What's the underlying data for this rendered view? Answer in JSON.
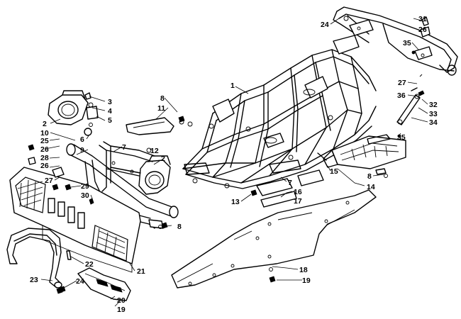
{
  "diagram": {
    "callouts": [
      {
        "id": "c1",
        "label": "1"
      },
      {
        "id": "c2a",
        "label": "2"
      },
      {
        "id": "c2b",
        "label": "2"
      },
      {
        "id": "c3",
        "label": "3"
      },
      {
        "id": "c4",
        "label": "4"
      },
      {
        "id": "c5",
        "label": "5"
      },
      {
        "id": "c6",
        "label": "6"
      },
      {
        "id": "c7a",
        "label": "7"
      },
      {
        "id": "c7b",
        "label": "7"
      },
      {
        "id": "c8a",
        "label": "8"
      },
      {
        "id": "c8b",
        "label": "8"
      },
      {
        "id": "c8c",
        "label": "8"
      },
      {
        "id": "c9",
        "label": "9"
      },
      {
        "id": "c10",
        "label": "10"
      },
      {
        "id": "c11",
        "label": "11"
      },
      {
        "id": "c12",
        "label": "12"
      },
      {
        "id": "c13",
        "label": "13"
      },
      {
        "id": "c14",
        "label": "14"
      },
      {
        "id": "c15",
        "label": "15"
      },
      {
        "id": "c16",
        "label": "16"
      },
      {
        "id": "c17",
        "label": "17"
      },
      {
        "id": "c18",
        "label": "18"
      },
      {
        "id": "c19a",
        "label": "19"
      },
      {
        "id": "c19b",
        "label": "19"
      },
      {
        "id": "c20",
        "label": "20"
      },
      {
        "id": "c21",
        "label": "21"
      },
      {
        "id": "c22",
        "label": "22"
      },
      {
        "id": "c23",
        "label": "23"
      },
      {
        "id": "c24a",
        "label": "24"
      },
      {
        "id": "c24b",
        "label": "24"
      },
      {
        "id": "c25",
        "label": "25"
      },
      {
        "id": "c26a",
        "label": "26"
      },
      {
        "id": "c26b",
        "label": "26"
      },
      {
        "id": "c26c",
        "label": "26"
      },
      {
        "id": "c27a",
        "label": "27"
      },
      {
        "id": "c27b",
        "label": "27"
      },
      {
        "id": "c28",
        "label": "28"
      },
      {
        "id": "c29",
        "label": "29"
      },
      {
        "id": "c30",
        "label": "30"
      },
      {
        "id": "c31",
        "label": "31"
      },
      {
        "id": "c32",
        "label": "32"
      },
      {
        "id": "c33",
        "label": "33"
      },
      {
        "id": "c34",
        "label": "34"
      },
      {
        "id": "c35a",
        "label": "35"
      },
      {
        "id": "c35b",
        "label": "35"
      },
      {
        "id": "c36",
        "label": "36"
      }
    ]
  }
}
